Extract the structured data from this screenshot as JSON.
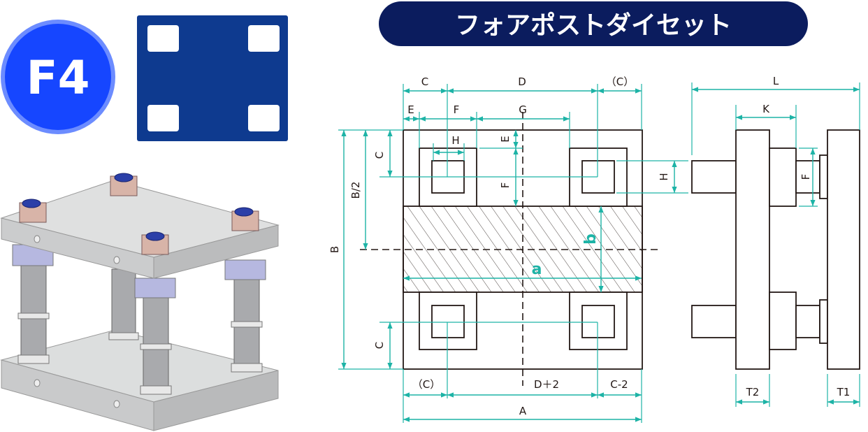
{
  "title": "フォアポストダイセット",
  "badge": "F4",
  "colors": {
    "accent": "#1db3a6",
    "title_bg": "#0b1c5e",
    "badge": "#1646ff",
    "plate_icon": "#0e3a8f",
    "line": "#231815"
  },
  "front_view": {
    "top": {
      "c": "C",
      "d": "D",
      "c_paren": "（C）",
      "e": "E",
      "f": "F",
      "g": "G",
      "h": "H"
    },
    "inner": {
      "e": "E",
      "f": "F"
    },
    "left": {
      "c_top": "C",
      "b_half": "B/2",
      "b": "B",
      "c_bottom": "C"
    },
    "section": {
      "a": "a",
      "b": "b"
    },
    "bottom": {
      "c_paren": "（C）",
      "d_plus": "D＋2",
      "c_minus": "C-2",
      "a": "A"
    }
  },
  "side_view": {
    "l": "L",
    "k": "K",
    "h": "H",
    "f": "F",
    "t2": "T2",
    "t1": "T1"
  }
}
